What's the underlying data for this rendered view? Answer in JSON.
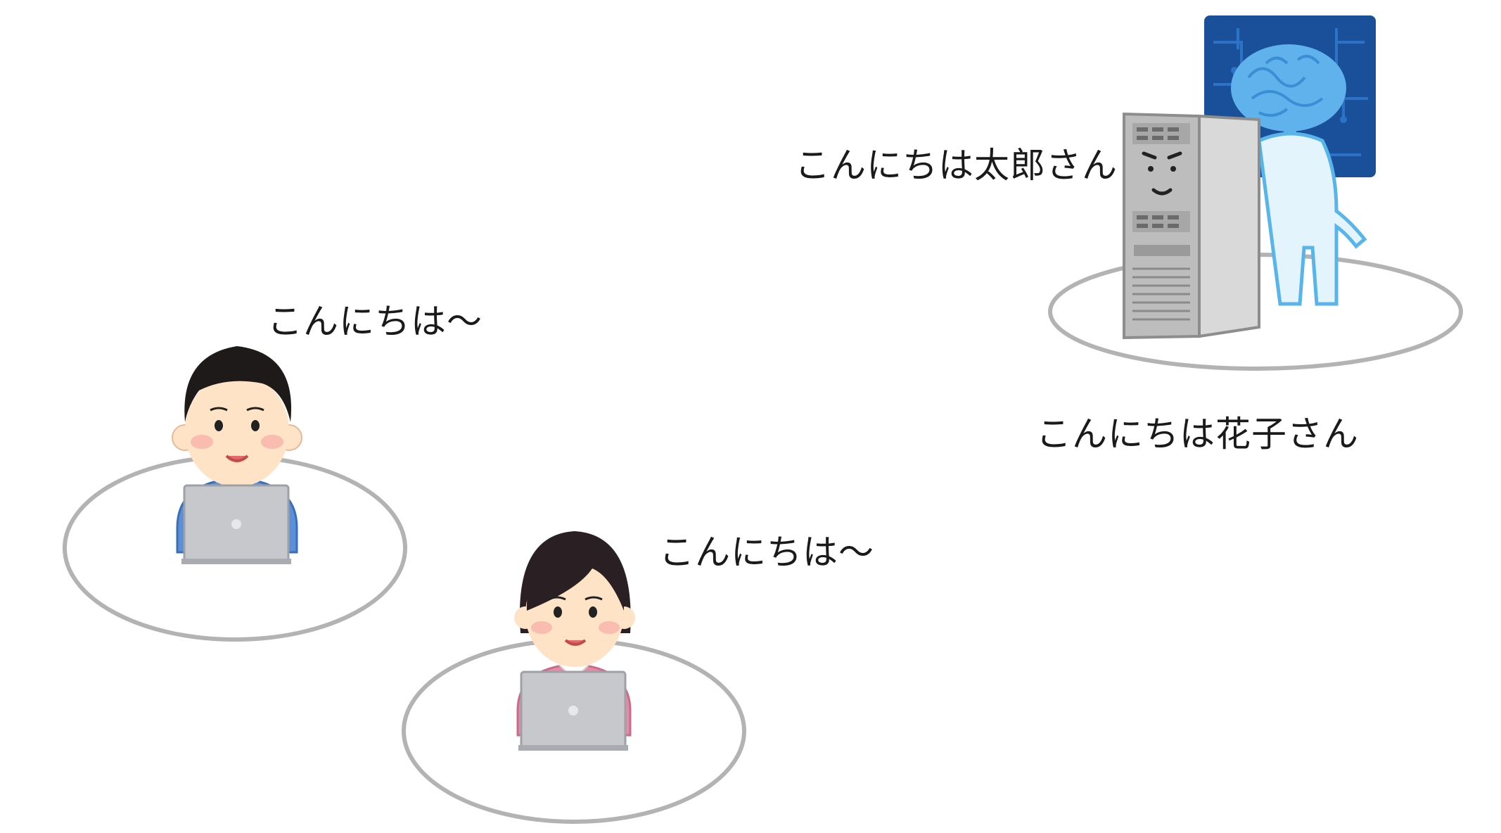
{
  "speech": {
    "boy": "こんにちは〜",
    "girl": "こんにちは〜",
    "ai_to_boy": "こんにちは太郎さん",
    "ai_to_girl": "こんにちは花子さん"
  },
  "figures": {
    "boy": {
      "icon": "boy-at-laptop-icon"
    },
    "girl": {
      "icon": "girl-at-laptop-icon"
    },
    "ai": {
      "icon": "ai-server-with-brain-icon"
    }
  },
  "colors": {
    "ring": "#b3b3b3",
    "skin": "#ffe3c6",
    "hair": "#1f1a1a",
    "boy_shirt": "#5b8fd8",
    "girl_shirt": "#e28ca6",
    "laptop": "#c6c8cc",
    "server": "#bdbdbd",
    "ai_panel": "#1a4f9a",
    "brain": "#5fb2ec"
  }
}
